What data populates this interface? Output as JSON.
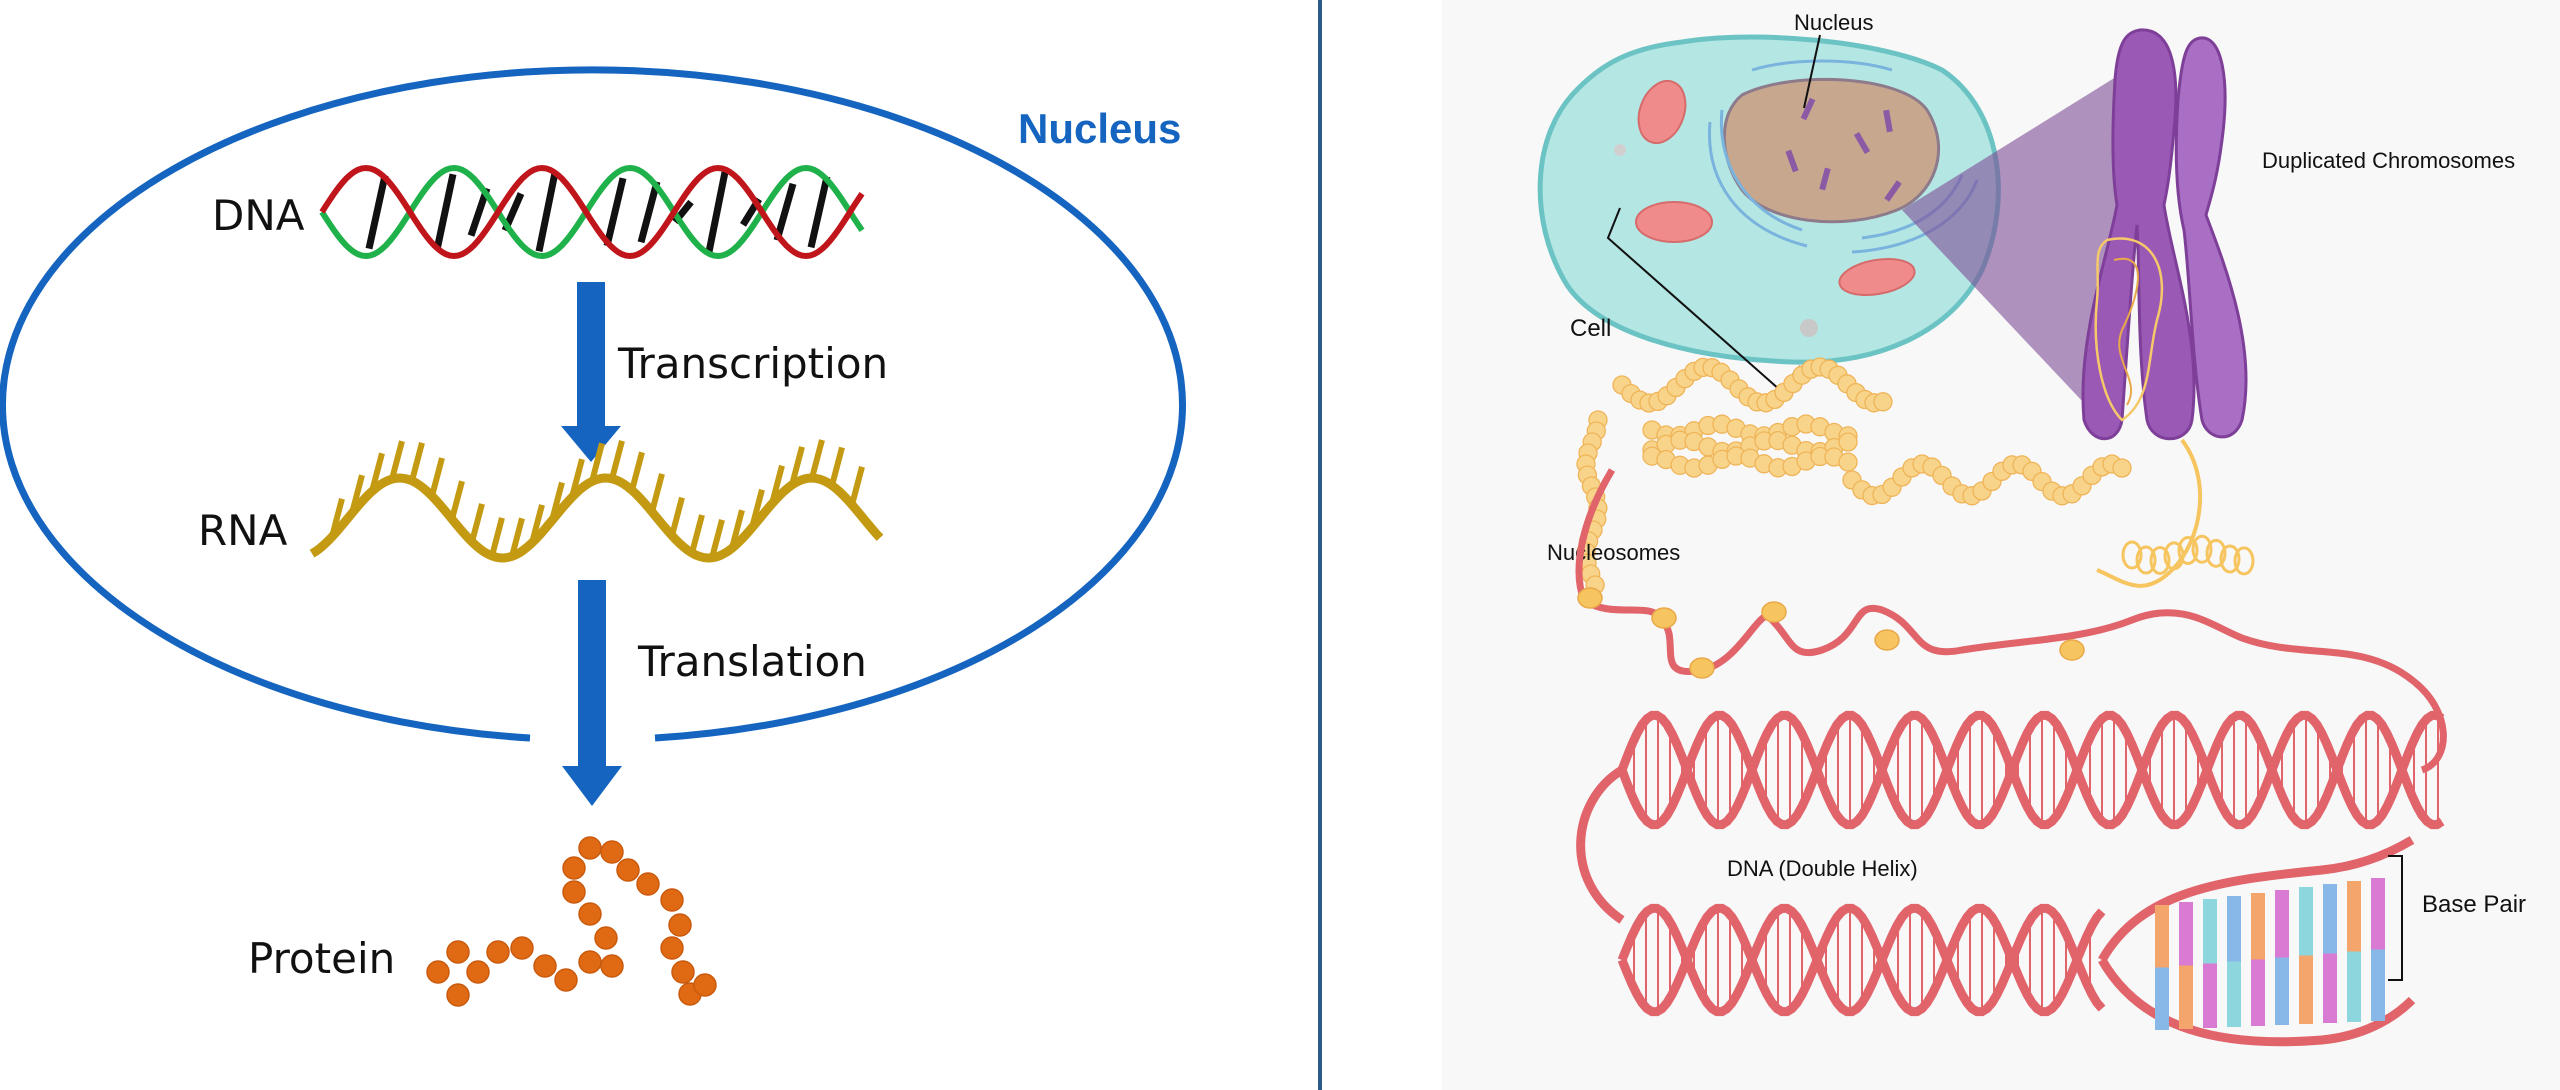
{
  "left": {
    "nucleus_label": "Nucleus",
    "dna_label": "DNA",
    "rna_label": "RNA",
    "protein_label": "Protein",
    "step1_label": "Transcription",
    "step2_label": "Translation"
  },
  "right": {
    "nucleus_label": "Nucleus",
    "cell_label": "Cell",
    "chromosomes_label": "Duplicated Chromosomes",
    "nucleosomes_label": "Nucleosomes",
    "helix_label": "DNA (Double Helix)",
    "base_pair_label": "Base Pair"
  },
  "colors": {
    "nucleus_outline": "#1565c0",
    "arrow_blue": "#1565c0",
    "dna_green": "#1fb14a",
    "dna_red": "#c0151b",
    "rna_gold": "#c49a12",
    "protein_orange": "#e06a14",
    "helix_red": "#e0646a",
    "chromosome_purple": "#9b59b6",
    "cell_teal": "#9fdede",
    "nucleosome_yellow": "#f6c560"
  }
}
